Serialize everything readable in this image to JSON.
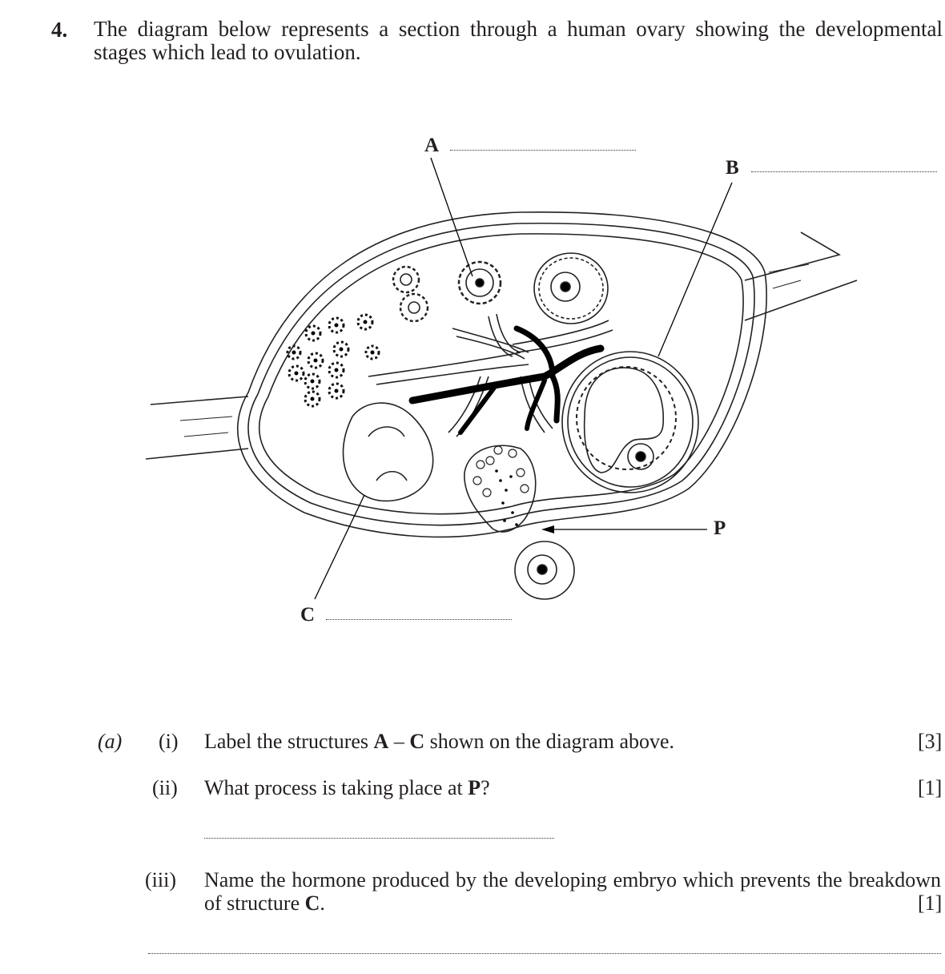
{
  "question": {
    "number": "4.",
    "intro": "The diagram below represents a section through a human ovary showing the developmental stages which lead to ovulation."
  },
  "diagram": {
    "labels": {
      "A": "A",
      "B": "B",
      "C": "C",
      "P": "P"
    }
  },
  "part_a": {
    "letter": "(a)",
    "items": [
      {
        "num": "(i)",
        "text_pre": "Label the structures ",
        "bold1": "A",
        "mid": " – ",
        "bold2": "C",
        "text_post": " shown on the diagram above.",
        "marks": "[3]"
      },
      {
        "num": "(ii)",
        "text_pre": "What process is taking place at ",
        "bold1": "P",
        "text_post": "?",
        "marks": "[1]"
      },
      {
        "num": "(iii)",
        "text_pre": "Name the hormone produced by the developing embryo which prevents the breakdown of structure ",
        "bold1": "C",
        "text_post": ".",
        "marks": "[1]"
      }
    ]
  }
}
